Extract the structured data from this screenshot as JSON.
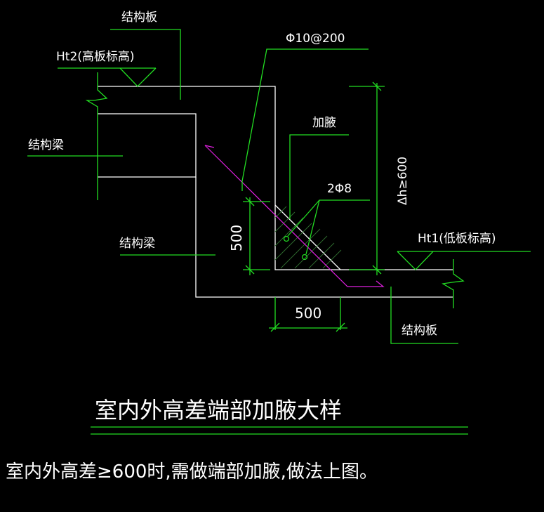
{
  "labels": {
    "top_slab": "结构板",
    "ht2": "Ht2(高板标高)",
    "rebar_spec": "Φ10@200",
    "beam_upper": "结构梁",
    "haunch": "加腋",
    "haunch_bars": "2Φ8",
    "height_diff": "Δh≥600",
    "dim_vertical": "500",
    "beam_lower": "结构梁",
    "ht1": "Ht1(低板标高)",
    "dim_horizontal": "500",
    "bottom_slab": "结构板"
  },
  "title": "室内外高差端部加腋大样",
  "note": "室内外高差≥600时,需做端部加腋,做法上图。",
  "colors": {
    "background": "#000000",
    "outline": "#ffffff",
    "annotation": "#22dd22",
    "rebar": "#e020e0",
    "hatch": "#2f6b2f"
  }
}
